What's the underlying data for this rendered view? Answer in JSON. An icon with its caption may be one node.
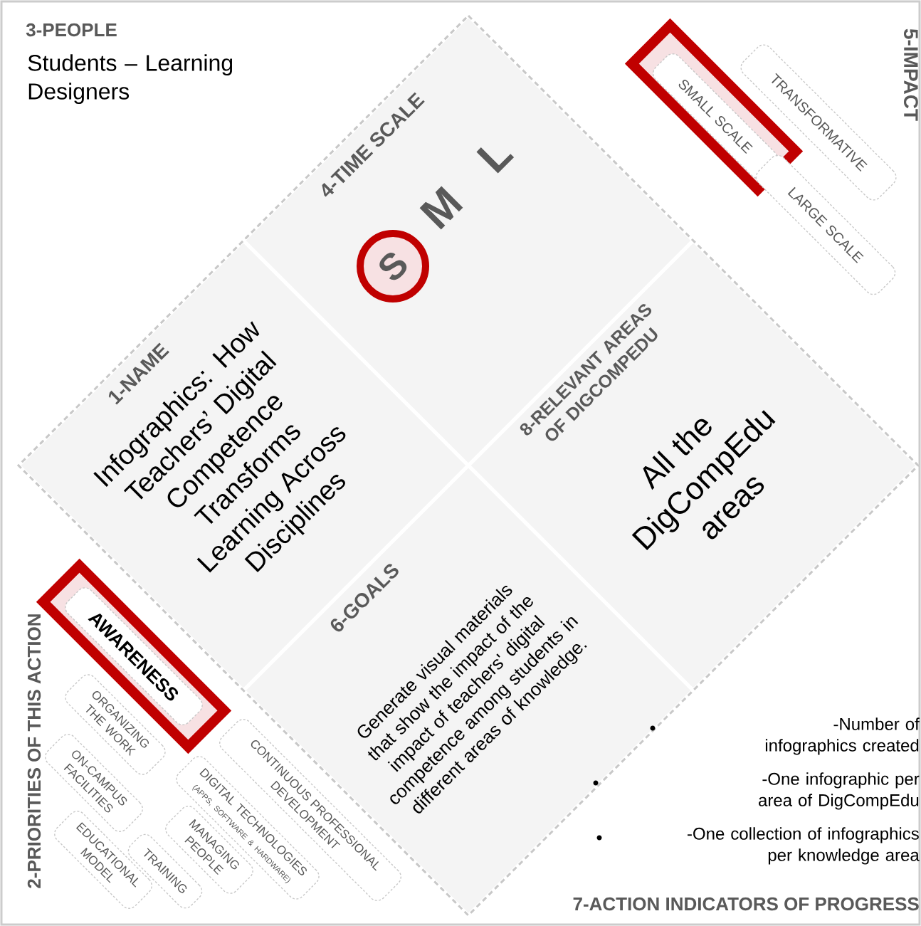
{
  "diagram": {
    "nodes": [
      {
        "text": [
          "4-TIME SCALE"
        ]
      },
      {
        "text": [
          "S"
        ],
        "in": 0
      },
      {
        "text": [
          "SMALL SCALE"
        ]
      },
      {
        "text": [
          "TRANSFORMATIVE"
        ]
      },
      {
        "text": [
          "LARGE SCALE"
        ]
      },
      {
        "text": [
          "1-NAME",
          "Infographics: How Teachers’ Digital Competence Transforms Learning Across Disciplines"
        ]
      },
      {
        "text": [
          "8-RELEVANT AREAS OF DIGCOMPEDU",
          "All the DigCompEdu areas"
        ]
      },
      {
        "text": [
          "6-GOALS",
          "Generate visual materials that show the impact of the impact of teachers' digital competence among students in different areas of knowledge."
        ]
      },
      {
        "text": [
          "AWARENESS"
        ]
      },
      {
        "text": [
          "ORGANIZING THE WORK"
        ]
      },
      {
        "text": [
          "ON-CAMPUS FACILITIES"
        ]
      },
      {
        "text": [
          "DIGITAL TECHNOLOGIES",
          "(APPS, SOFTWARE & HARDWARE)"
        ]
      },
      {
        "text": [
          "CONTINUOUS PROFESSIONAL DEVELOPMENT"
        ]
      },
      {
        "text": [
          "EDUCATIONAL MODEL"
        ]
      },
      {
        "text": [
          "TRAINING"
        ]
      },
      {
        "text": [
          "MANAGING PEOPLE"
        ]
      }
    ],
    "labels": [
      "3-PEOPLE",
      "Students – Learning Designers",
      "M",
      "L",
      "5-IMPACT",
      "2-PRIORITIES OF THIS ACTION",
      "-Number of infographics created",
      "-One infographic per area of DigCompEdu",
      "-One collection of infographics per knowledge area",
      "7-ACTION INDICATORS OF PROGRESS"
    ]
  }
}
